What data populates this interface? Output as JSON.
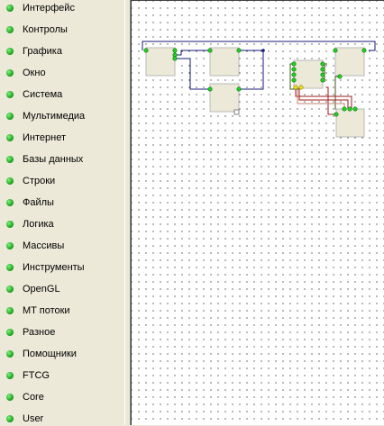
{
  "sidebar": {
    "items": [
      {
        "label": "Интерфейс"
      },
      {
        "label": "Контролы"
      },
      {
        "label": "Графика"
      },
      {
        "label": "Окно"
      },
      {
        "label": "Система"
      },
      {
        "label": "Мультимедиа"
      },
      {
        "label": "Интернет"
      },
      {
        "label": "Базы данных"
      },
      {
        "label": "Строки"
      },
      {
        "label": "Файлы"
      },
      {
        "label": "Логика"
      },
      {
        "label": "Массивы"
      },
      {
        "label": "Инструменты"
      },
      {
        "label": "OpenGL"
      },
      {
        "label": "MT потоки"
      },
      {
        "label": "Разное"
      },
      {
        "label": "Помощники"
      },
      {
        "label": "FTCG"
      },
      {
        "label": "Core"
      },
      {
        "label": "User"
      }
    ]
  },
  "colors": {
    "wire_navy": "#1a1a7a",
    "wire_red": "#a01818",
    "pin_green": "#22d422",
    "pin_yellow": "#e8e020",
    "element_bg": "#ece9d8"
  }
}
